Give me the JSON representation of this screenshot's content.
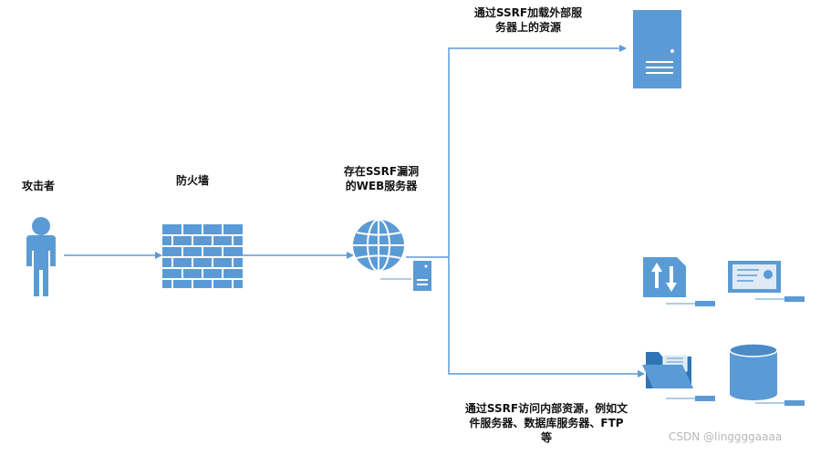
{
  "labels": {
    "attacker": "攻击者",
    "firewall": "防火墙",
    "vulnerable_server_line1": "存在SSRF漏洞",
    "vulnerable_server_line2": "的WEB服务器",
    "external_line1": "通过SSRF加载外部服",
    "external_line2": "务器上的资源",
    "internal_line1": "通过SSRF访问内部资源，例如文",
    "internal_line2": "件服务器、数据库服务器、FTP",
    "internal_line3": "等"
  },
  "watermark": "CSDN @linggggaaaa",
  "colors": {
    "icon_blue": "#5b9bd5",
    "icon_dark": "#2e75b6",
    "line": "#5b9bd5"
  },
  "icons": {
    "attacker": "person-icon",
    "firewall": "brick-wall-icon",
    "web_server": "globe-icon",
    "external_server": "server-tower-icon",
    "ftp": "transfer-icon",
    "web": "certificate-monitor-icon",
    "file": "open-folder-icon",
    "database": "database-cylinder-icon"
  }
}
